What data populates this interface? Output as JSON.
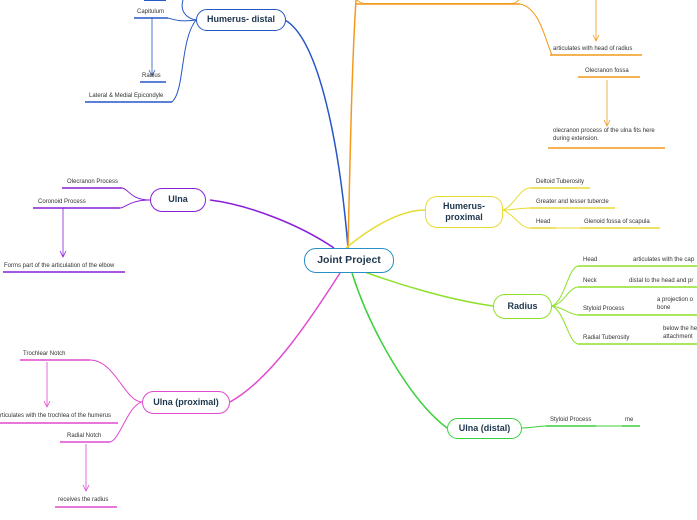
{
  "central": "Joint Project",
  "colors": {
    "central": "#2a8fc7",
    "humerus_distal": "#2656c7",
    "top_branch": "#f39a1e",
    "ulna": "#8a1ed8",
    "humerus_proximal": "#e7dc34",
    "radius": "#8ee02a",
    "ulna_proximal": "#e04ad0",
    "ulna_distal": "#3ccf3c"
  },
  "humerus_distal": {
    "title": "Humerus- distal",
    "items": [
      "Capitulum",
      "Radius",
      "Lateral & Medial Epicondyle"
    ]
  },
  "top_branch": {
    "items": [
      "articulates with head of radius",
      "Olecranon fossa",
      "olecranon process of the ulna fits here during extension."
    ]
  },
  "ulna": {
    "title": "Ulna",
    "items": [
      "Olecranon Process",
      "Coronoid Process",
      "Forms part of the articulation of the elbow"
    ]
  },
  "humerus_proximal": {
    "title": "Humerus-proximal",
    "items": [
      "Deltoid Tuberosity",
      "Greater and lesser tubercle",
      "Head",
      "Glenoid fossa of scapula"
    ]
  },
  "radius": {
    "title": "Radius",
    "items": [
      "Head",
      "articulates with the cap",
      "Neck",
      "distal to the head and pr",
      "Styloid Process",
      "a projection o bone",
      "Radial Tuberosity",
      "below the he attachment"
    ]
  },
  "ulna_proximal": {
    "title": "Ulna (proximal)",
    "items": [
      "Trochlear Notch",
      "rticulates with the trochlea of the humerus",
      "Radial Notch",
      "receives the radius"
    ]
  },
  "ulna_distal": {
    "title": "Ulna (distal)",
    "items": [
      "Styloid Process",
      "me"
    ]
  }
}
